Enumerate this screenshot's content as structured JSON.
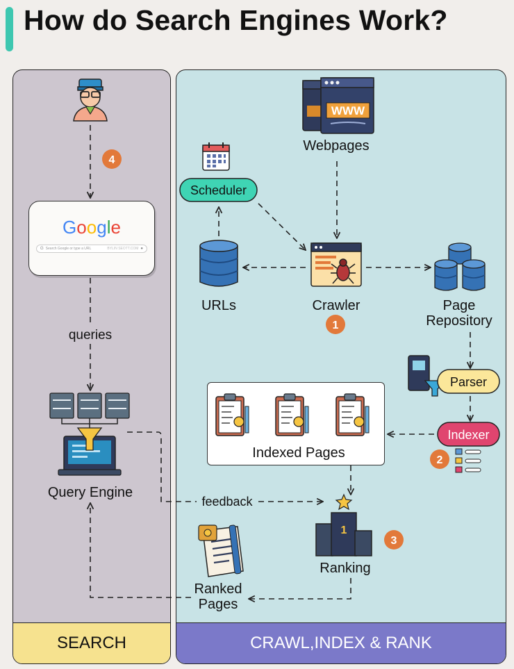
{
  "title": "How do Search Engines Work?",
  "panels": {
    "search": "SEARCH",
    "crawl": "CRAWL,INDEX & RANK"
  },
  "google": {
    "logo_letters": [
      "G",
      "o",
      "o",
      "g",
      "l",
      "e"
    ],
    "logo_colors": [
      "#4285f4",
      "#ea4335",
      "#fbbc05",
      "#4285f4",
      "#34a853",
      "#ea4335"
    ],
    "search_placeholder": "Search Google or type a URL",
    "watermark": "BYLIN SEOTT.COM"
  },
  "nodes": {
    "webpages": "Webpages",
    "scheduler": "Scheduler",
    "urls": "URLs",
    "crawler": "Crawler",
    "page_repository_line1": "Page",
    "page_repository_line2": "Repository",
    "parser": "Parser",
    "indexer": "Indexer",
    "indexed_pages": "Indexed Pages",
    "ranking": "Ranking",
    "ranked_pages_line1": "Ranked",
    "ranked_pages_line2": "Pages",
    "query_engine": "Query Engine"
  },
  "edge_labels": {
    "queries": "queries",
    "feedback": "feedback"
  },
  "steps": {
    "crawl": "1",
    "index": "2",
    "rank": "3",
    "search": "4"
  },
  "icons": {
    "webpage_www": "WWW",
    "podium_rank": "1"
  },
  "colors": {
    "accent_teal": "#3ec7b0",
    "search_bg": "#cdc6cf",
    "crawl_bg": "#c8e3e6",
    "search_footer": "#f6e28f",
    "crawl_footer": "#7b79c9",
    "step_badge": "#e2793a",
    "scheduler_pill": "#3fd4b4",
    "parser_pill": "#fbe79a",
    "indexer_pill": "#e0456f"
  }
}
